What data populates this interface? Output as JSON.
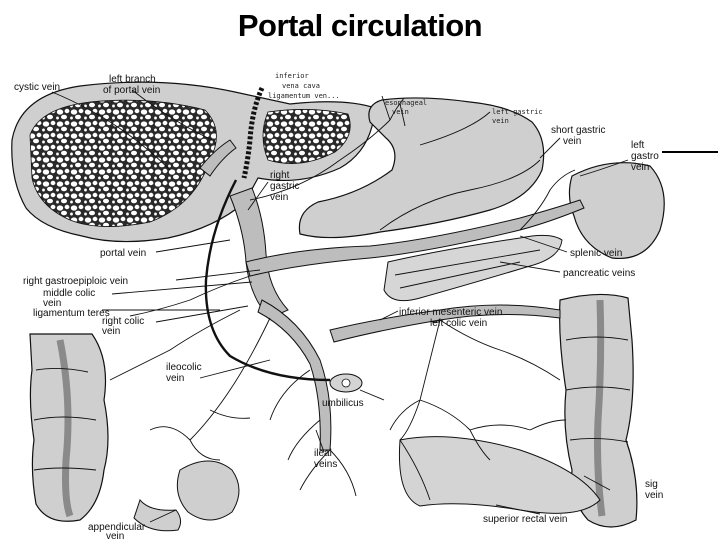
{
  "title": "Portal circulation",
  "labels": {
    "cystic_vein": "cystic vein",
    "left_branch_1": "left branch",
    "left_branch_2": "of portal vein",
    "ivc_1": "inferior",
    "ivc_2": "vena   cava",
    "ligament": "ligamentum ven...",
    "esophageal_1": "esophageal",
    "esophageal_2": "vein",
    "left_gastric_1": "left gastric",
    "left_gastric_2": "vein",
    "short_gastric_1": "short gastric",
    "short_gastric_2": "vein",
    "left_gastro_1": "left",
    "left_gastro_2": "gastro",
    "left_gastro_3": "vein",
    "right_gastric_1": "right",
    "right_gastric_2": "gastric",
    "right_gastric_3": "vein",
    "portal_vein": "portal vein",
    "splenic_vein": "splenic vein",
    "pancreatic_veins": "pancreatic veins",
    "right_gastroepiploic": "right gastroepiploic vein",
    "middle_colic_1": "middle colic",
    "middle_colic_2": "vein",
    "ligamentum_teres": "ligamentum teres",
    "right_colic_1": "right colic",
    "right_colic_2": "vein",
    "inferior_mesenteric": "inferior mesenteric vein",
    "left_colic": "left colic vein",
    "ileocolic_1": "ileocolic",
    "ileocolic_2": "vein",
    "umbilicus": "umbilicus",
    "ileal_1": "ileal",
    "ileal_2": "veins",
    "sigmoid_1": "sig",
    "sigmoid_2": "vein",
    "appendicular_1": "appendicular",
    "appendicular_2": "vein",
    "superior_rectal": "superior rectal vein"
  },
  "colors": {
    "organ_fill": "#cfcfcf",
    "organ_dark": "#9a9a9a",
    "vein_fill": "#bdbdbd",
    "line": "#111111"
  }
}
